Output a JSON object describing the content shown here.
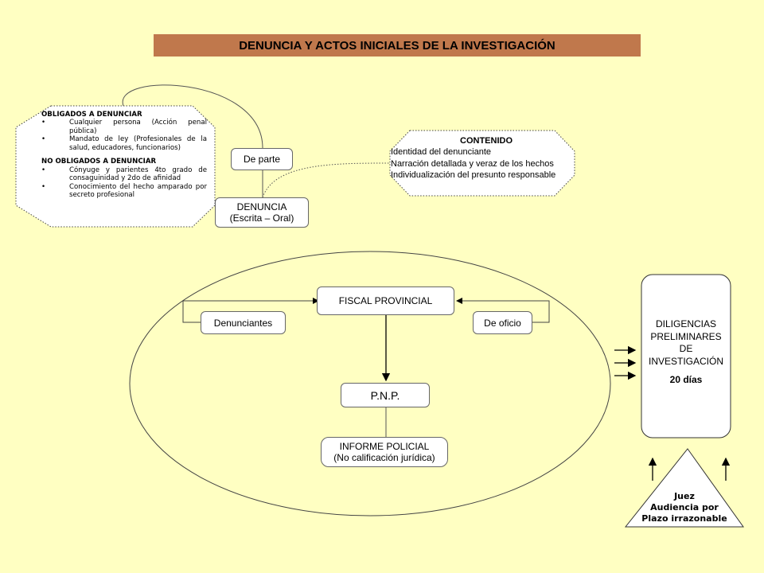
{
  "title": "DENUNCIA Y ACTOS INICIALES DE LA INVESTIGACIÓN",
  "obligados": {
    "heading": "OBLIGADOS A DENUNCIAR",
    "items": [
      "Cualquier persona (Acción penal pública)",
      "Mandato de ley (Profesionales de la salud, educadores, funcionarios)"
    ]
  },
  "no_obligados": {
    "heading": "NO OBLIGADOS A DENUNCIAR",
    "items": [
      "Cónyuge y parientes 4to grado de consaguinidad y 2do de afinidad",
      "Conocimiento del hecho amparado por secreto profesional"
    ]
  },
  "de_parte": "De parte",
  "denuncia": {
    "line1": "DENUNCIA",
    "line2": "(Escrita – Oral)"
  },
  "contenido": {
    "heading": "CONTENIDO",
    "items": [
      "Identidad del denunciante",
      "Narración detallada y veraz de los hechos",
      "Individualización del presunto responsable"
    ]
  },
  "fiscal": "FISCAL PROVINCIAL",
  "denunciantes": "Denunciantes",
  "de_oficio": "De oficio",
  "pnp": "P.N.P.",
  "informe": {
    "line1": "INFORME POLICIAL",
    "line2": "(No calificación jurídica)"
  },
  "diligencias": {
    "lines": [
      "DILIGENCIAS",
      "PRELIMINARES",
      "DE",
      "INVESTIGACIÓN"
    ],
    "days": "20 días"
  },
  "juez": {
    "lines": [
      "Juez",
      "Audiencia por",
      "Plazo irrazonable"
    ]
  },
  "colors": {
    "background": "#FFFFC2",
    "title_bar": "#C0784C",
    "box_fill": "#FFFFFF",
    "line": "#555555"
  }
}
